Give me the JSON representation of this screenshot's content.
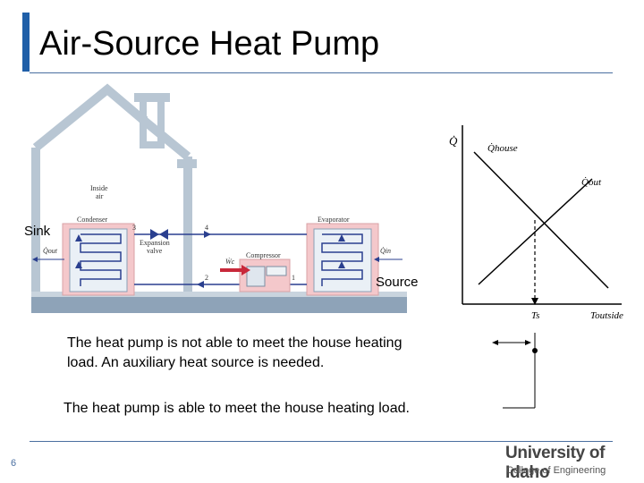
{
  "slide": {
    "title": "Air-Source Heat Pump",
    "page_number": "6"
  },
  "diagram": {
    "sink_label": "Sink",
    "source_label": "Source",
    "inside_air": "Inside air",
    "inside_label_1": "Inside",
    "inside_label_2": "air",
    "condenser": "Condenser",
    "evaporator": "Evaporator",
    "compressor": "Compressor",
    "expansion_valve_1": "Expansion",
    "expansion_valve_2": "valve",
    "state_1": "1",
    "state_2": "2",
    "state_3": "3",
    "state_4": "4",
    "q_out": "Q̇out",
    "q_in": "Q̇in",
    "w_c": "Ẇc"
  },
  "graph": {
    "y_axis_label": "Q̇",
    "house_label": "Q̇house",
    "out_label": "Q̇out",
    "x_ts": "Ts",
    "x_label": "Toutside"
  },
  "text": {
    "line1": "The heat pump is not able to meet the house heating",
    "line2": "load.  An auxiliary heat source is needed.",
    "line3": "The heat pump is able to meet the house heating load."
  },
  "logo": {
    "main": "University of Idaho",
    "sub": "College of Engineering"
  },
  "colors": {
    "title_bar": "#1f5fa8",
    "house_wall": "#8fa4b6",
    "unit_pink": "#f2c2c6",
    "ground": "#7f96ad"
  }
}
